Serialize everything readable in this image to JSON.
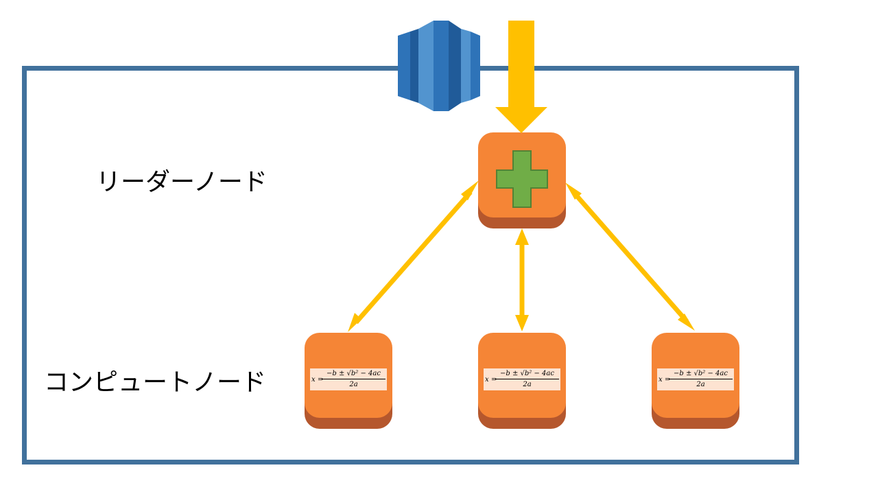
{
  "labels": {
    "leader": "リーダーノード",
    "compute": "コンピュートノード"
  },
  "formula": {
    "lhs": "x =",
    "numerator": "−b ± √b² − 4ac",
    "denominator": "2a"
  },
  "colors": {
    "frame": "#41719c",
    "arrow": "#ffc000",
    "node_face": "#f58536",
    "node_base": "#b5572d",
    "plus": "#70ad47",
    "redshift_dark": "#205b99",
    "redshift_mid": "#2e73b8",
    "redshift_light": "#5294cf"
  },
  "icons": [
    "redshift-icon",
    "plus-icon",
    "formula-icon"
  ]
}
